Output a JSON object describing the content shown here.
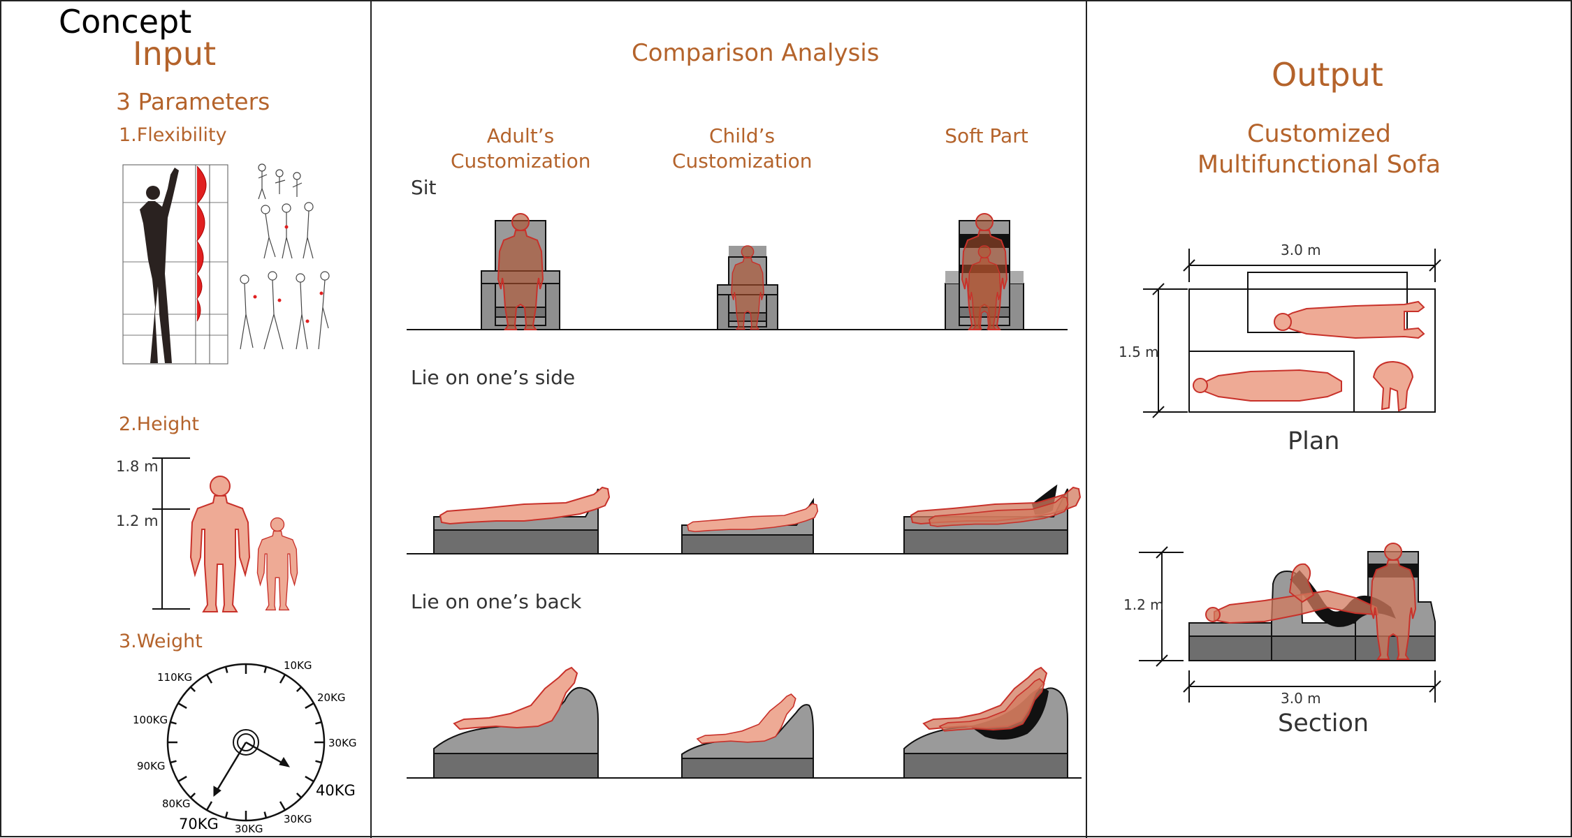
{
  "concept": "Concept",
  "input": {
    "title": "Input",
    "parameters_heading": "3 Parameters",
    "flexibility": "1.Flexibility",
    "height": {
      "title": "2.Height",
      "tall_label": "1.8 m",
      "short_label": "1.2 m"
    },
    "weight": {
      "title": "3.Weight",
      "dial_labels": [
        "10KG",
        "20KG",
        "30KG",
        "40KG",
        "30KG",
        "30KG",
        "70KG",
        "80KG",
        "90KG",
        "100KG",
        "110KG"
      ]
    }
  },
  "comparison": {
    "title": "Comparison Analysis",
    "columns": [
      {
        "line1": "Adult’s",
        "line2": "Customization"
      },
      {
        "line1": "Child’s",
        "line2": "Customization"
      },
      {
        "line1": "Soft Part",
        "line2": ""
      }
    ],
    "rows": [
      "Sit",
      "Lie on one’s side",
      "Lie on one’s back"
    ]
  },
  "output": {
    "title": "Output",
    "subtitle_line1": "Customized",
    "subtitle_line2": "Multifunctional Sofa",
    "plan": {
      "width_label": "3.0 m",
      "depth_label": "1.5 m",
      "caption": "Plan"
    },
    "section": {
      "height_label": "1.2 m",
      "width_label": "3.0 m",
      "caption": "Section"
    }
  },
  "colors": {
    "accent": "#b4632b",
    "skin": "#eeaa95",
    "outline": "#c8312a",
    "sofa_light": "#9a9a9a",
    "sofa_dark": "#6e6e6e"
  }
}
